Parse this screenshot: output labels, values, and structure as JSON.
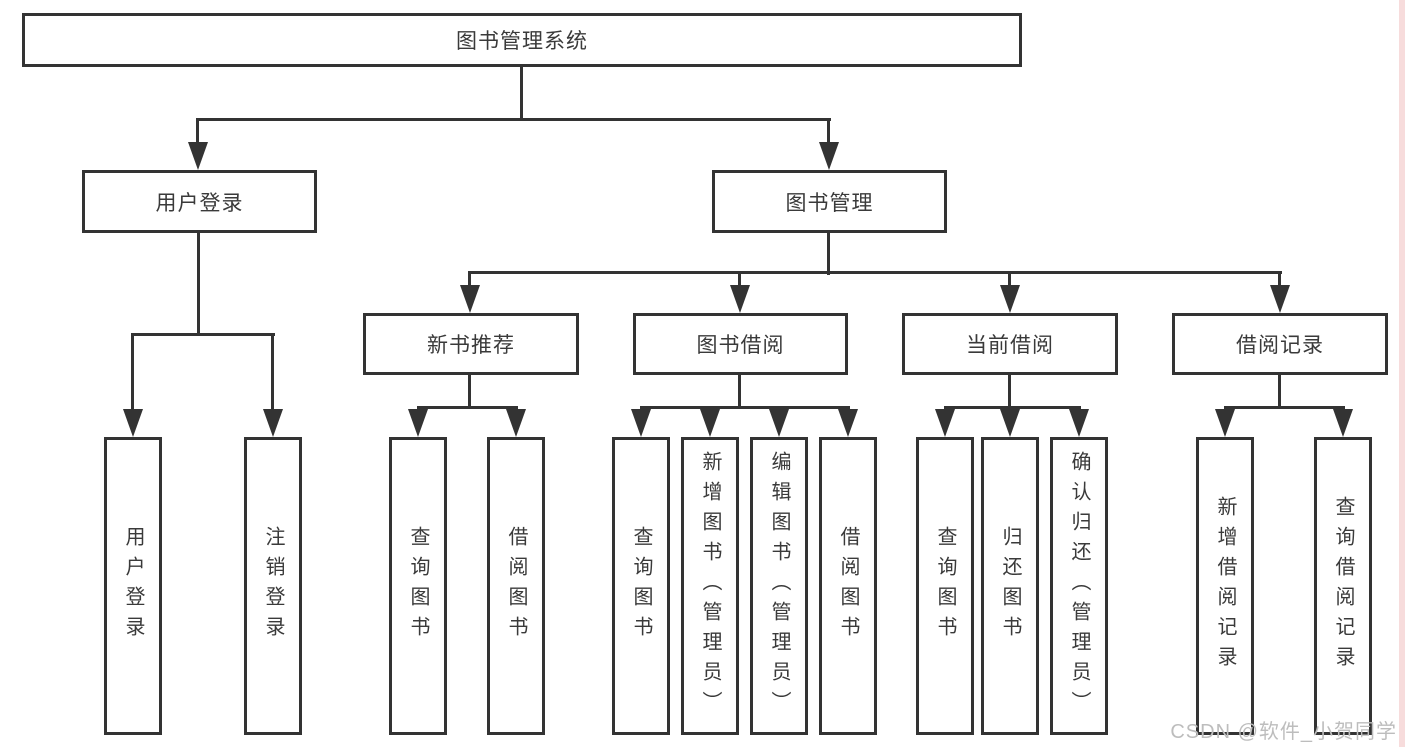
{
  "colors": {
    "line": "#333333",
    "text": "#3a3a3a",
    "watermark": "#bdbdbd",
    "edge": "#f7dcdc",
    "bg": "#ffffff"
  },
  "watermark": {
    "text": "CSDN @软件_小贺同学"
  },
  "tree": {
    "root": {
      "label": "图书管理系统",
      "children": [
        {
          "label": "用户登录",
          "children": [
            {
              "label": "用户登录"
            },
            {
              "label": "注销登录"
            }
          ]
        },
        {
          "label": "图书管理",
          "children": [
            {
              "label": "新书推荐",
              "children": [
                {
                  "label": "查询图书"
                },
                {
                  "label": "借阅图书"
                }
              ]
            },
            {
              "label": "图书借阅",
              "children": [
                {
                  "label": "查询图书"
                },
                {
                  "label": "新增图书（管理员）"
                },
                {
                  "label": "编辑图书（管理员）"
                },
                {
                  "label": "借阅图书"
                }
              ]
            },
            {
              "label": "当前借阅",
              "children": [
                {
                  "label": "查询图书"
                },
                {
                  "label": "归还图书"
                },
                {
                  "label": "确认归还（管理员）"
                }
              ]
            },
            {
              "label": "借阅记录",
              "children": [
                {
                  "label": "新增借阅记录"
                },
                {
                  "label": "查询借阅记录"
                }
              ]
            }
          ]
        }
      ]
    }
  }
}
